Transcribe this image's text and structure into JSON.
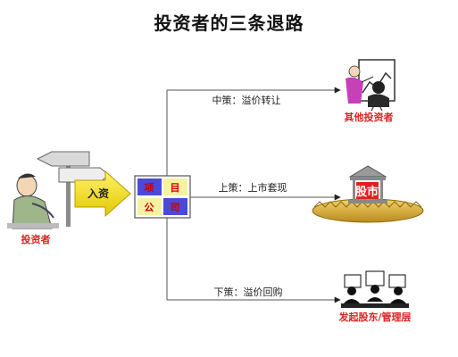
{
  "title": "投资者的三条退路",
  "investor": {
    "label": "投资者"
  },
  "arrow_invest": {
    "label": "入资"
  },
  "company": {
    "chars": [
      "项",
      "目",
      "公",
      "司"
    ]
  },
  "routes": [
    {
      "label": "中策：溢价转让",
      "target_label": "其他投资者",
      "target_icon": "presenter-icon"
    },
    {
      "label": "上策：上市套现",
      "target_label": "股市",
      "target_icon": "stock-exchange-icon"
    },
    {
      "label": "下策：溢价回购",
      "target_label": "发起股东/管理层",
      "target_icon": "meeting-icon"
    }
  ],
  "colors": {
    "arrow_yellow": "#f2e600",
    "red": "#dd2222",
    "box_blue": "#3333cc",
    "line": "#555555"
  }
}
